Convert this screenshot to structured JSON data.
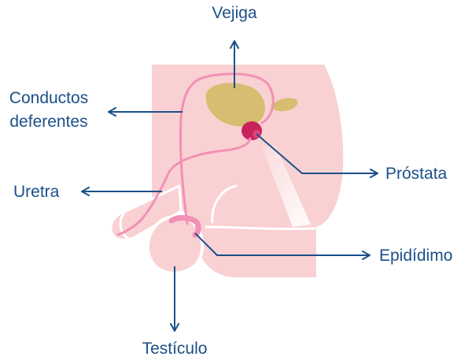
{
  "diagram": {
    "labels": {
      "vejiga": "Vejiga",
      "conductos_line1": "Conductos",
      "conductos_line2": "deferentes",
      "uretra": "Uretra",
      "prostata": "Próstata",
      "epididimo": "Epidídimo",
      "testiculo": "Testículo"
    },
    "colors": {
      "label_text": "#1b5089",
      "arrow": "#1b5089",
      "body_pink": "#f9d1d3",
      "duct_pink": "#f290b5",
      "bladder": "#d7bd70",
      "prostate": "#c8235d",
      "body_outline": "#ffffff"
    }
  }
}
